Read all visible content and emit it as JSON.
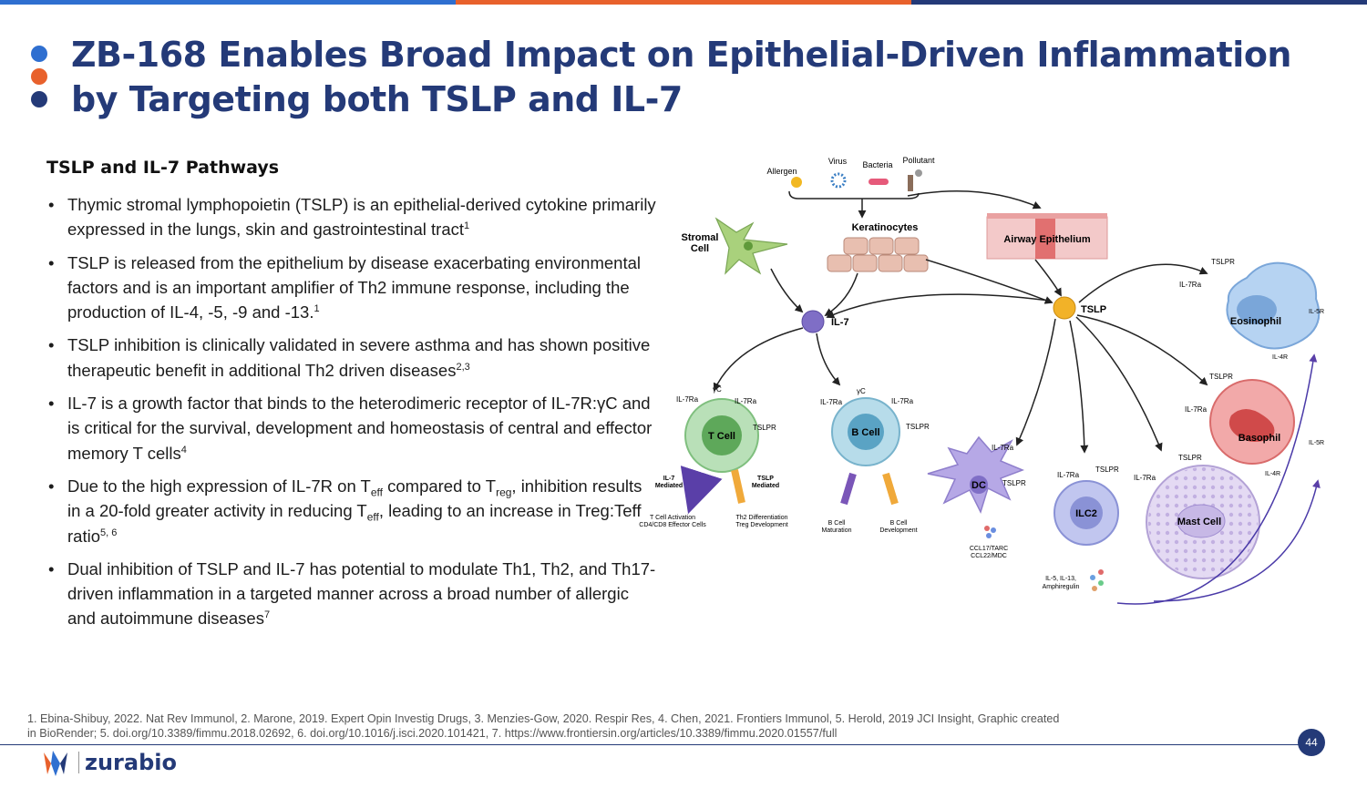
{
  "colors": {
    "navy": "#243a78",
    "orange": "#e8612c",
    "blue": "#2f6fd0"
  },
  "title": {
    "line1": "ZB-168 Enables Broad Impact on Epithelial-Driven Inflammation",
    "line2": "by Targeting both TSLP and IL-7"
  },
  "subhead": "TSLP and IL-7 Pathways",
  "bullets": {
    "b1": {
      "text": "Thymic stromal lymphopoietin (TSLP) is an epithelial-derived cytokine primarily expressed in the lungs, skin and gastrointestinal tract",
      "sup": "1"
    },
    "b2": {
      "text": "TSLP is released from the epithelium by disease exacerbating environmental factors and is an important amplifier of Th2 immune response, including the production of IL-4, -5, -9 and -13.",
      "sup": "1"
    },
    "b3": {
      "text": "TSLP inhibition is clinically validated in severe asthma and has shown positive therapeutic benefit in additional Th2 driven diseases",
      "sup": "2,3"
    },
    "b4": {
      "text": "IL-7 is a growth factor that binds to the heterodimeric receptor of IL-7R:γC and is critical for the survival, development and homeostasis of central and effector memory T cells",
      "sup": "4"
    },
    "b5": {
      "p1": "Due to the high expression of IL-7R on T",
      "sub1": "eff",
      "p2": " compared to T",
      "sub2": "reg",
      "p3": ", inhibition results in a 20-fold greater activity in reducing T",
      "sub3": "eff",
      "p4": ", leading to an increase in Treg:Teff ratio",
      "sup": "5, 6"
    },
    "b6": {
      "text": "Dual inhibition of TSLP and IL-7 has potential to modulate Th1, Th2, and Th17-driven inflammation in a targeted manner across a broad number of allergic and autoimmune diseases",
      "sup": "7"
    }
  },
  "diagram": {
    "allergen": "Allergen",
    "virus": "Virus",
    "bacteria": "Bacteria",
    "pollutant": "Pollutant",
    "stromal1": "Stromal",
    "stromal2": "Cell",
    "keratinocytes": "Keratinocytes",
    "airway": "Airway Epithelium",
    "il7": "IL-7",
    "tslp": "TSLP",
    "tcell": "T Cell",
    "bcell": "B Cell",
    "dc": "DC",
    "ilc2": "ILC2",
    "mast": "Mast Cell",
    "eosinophil": "Eosinophil",
    "basophil": "Basophil",
    "il7ra": "IL-7Ra",
    "gc": "γC",
    "tslpr": "TSLPR",
    "il5r": "IL-5R",
    "il4r": "IL-4R",
    "il7med1": "IL-7",
    "il7med2": "Mediated",
    "tslpmed1": "TSLP",
    "tslpmed2": "Mediated",
    "tact1": "T Cell Activation",
    "tact2": "CD4/CD8 Effector Cells",
    "th2d1": "Th2 Differentiation",
    "th2d2": "Treg Development",
    "bmat1": "B Cell",
    "bmat2": "Maturation",
    "bdev1": "B Cell",
    "bdev2": "Development",
    "ccl1": "CCL17/TARC",
    "ccl2": "CCL22/MDC",
    "il5a": "IL-5, IL-13,",
    "il5b": "Amphiregulin"
  },
  "refs": {
    "line1": "1. Ebina-Shibuy, 2022. Nat Rev Immunol, 2. Marone, 2019. Expert Opin Investig Drugs, 3. Menzies-Gow, 2020. Respir Res, 4. Chen, 2021. Frontiers Immunol, 5. Herold, 2019 JCI Insight, Graphic created",
    "line2": "in BioRender; 5. doi.org/10.3389/fimmu.2018.02692, 6. doi.org/10.1016/j.isci.2020.101421, 7. https://www.frontiersin.org/articles/10.3389/fimmu.2020.01557/full"
  },
  "page_number": "44",
  "logo": "zurabio"
}
